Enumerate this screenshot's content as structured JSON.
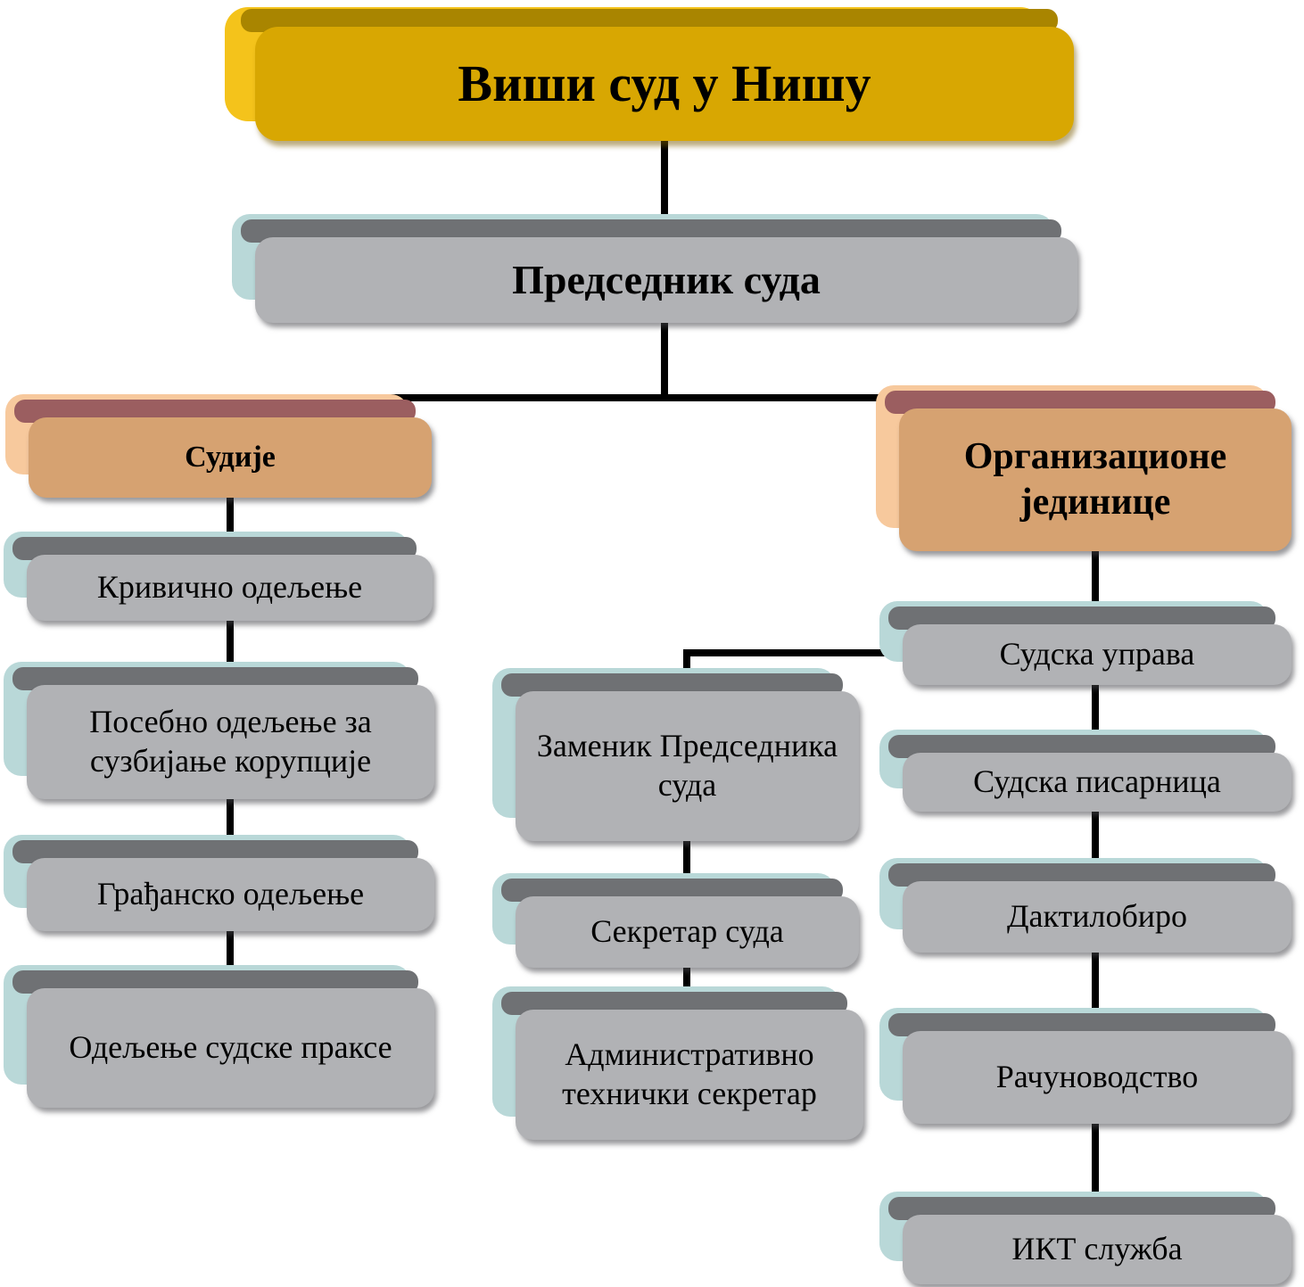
{
  "diagram": {
    "type": "org-chart",
    "title": "Виши суд у Нишу",
    "root": {
      "label": "Виши суд у Нишу"
    },
    "president": {
      "label": "Председник суда"
    },
    "judges": {
      "label": "Судије",
      "children": [
        {
          "label": "Кривично одељење"
        },
        {
          "label": "Посебно одељење за сузбијање корупције"
        },
        {
          "label": "Грађанско одељење"
        },
        {
          "label": "Одељење судске праксе"
        }
      ]
    },
    "org_units": {
      "label": "Организационе јединице",
      "children": [
        {
          "label": "Судска управа"
        },
        {
          "label": "Судска писарница"
        },
        {
          "label": "Дактилобиро"
        },
        {
          "label": "Рачуноводство"
        },
        {
          "label": "ИКТ служба"
        }
      ]
    },
    "administration_chain": [
      {
        "label": "Заменик Председника суда"
      },
      {
        "label": "Секретар суда"
      },
      {
        "label": "Административно технички секретар"
      }
    ],
    "colors": {
      "root_face": "#d8a702",
      "root_edge": "#f4c31b",
      "root_top": "#a98500",
      "gray_face": "#b1b2b5",
      "gray_edge": "#b9d8d8",
      "gray_top": "#6f7174",
      "orange_face": "#d6a271",
      "orange_edge": "#f7c99d",
      "orange_top": "#9b5e60",
      "connector": "#000000"
    }
  }
}
